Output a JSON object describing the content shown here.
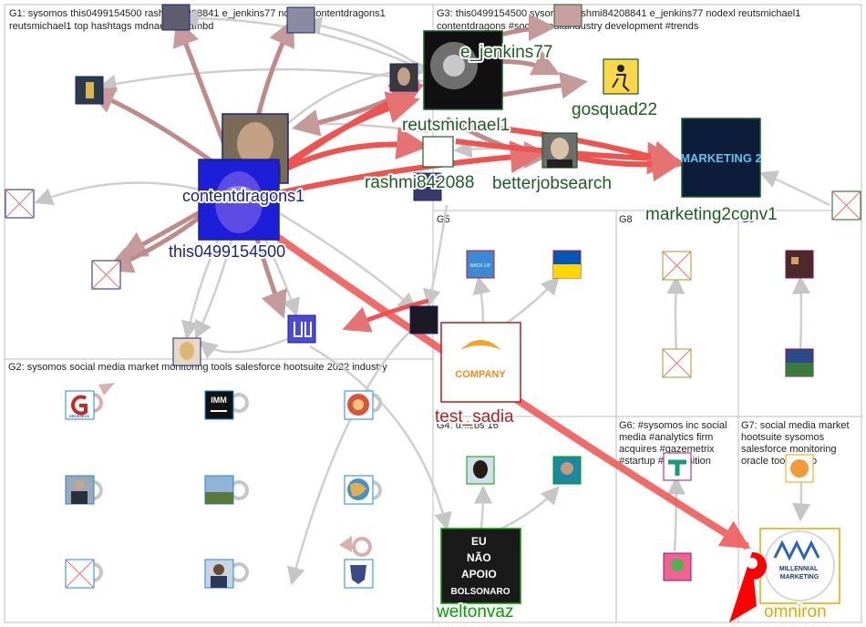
{
  "groups": [
    {
      "id": "G1",
      "label_lines": [
        "G1: sysomos this0499154500 rashmi84208841 e_jenkins77 nodexl contentdragons1",
        "reutsmichael1 top hashtags mdnaeemislambd"
      ]
    },
    {
      "id": "G2",
      "label_lines": [
        "G2: sysomos social media market monitoring tools salesforce hootsuite 2022 industry"
      ]
    },
    {
      "id": "G3",
      "label_lines": [
        "G3: this0499154500 sysomos rashmi84208841 e_jenkins77 nodexl reutsmichael1",
        "contentdragons #socialmediaindustry development #trends"
      ]
    },
    {
      "id": "G4",
      "label_lines": [
        "G4: unicos 16"
      ]
    },
    {
      "id": "G5",
      "label_lines": [
        "G5"
      ]
    },
    {
      "id": "G6",
      "label_lines": [
        "G6: #sysomos inc social",
        "media #analytics firm",
        "acquires #gazemetrix",
        "#startup #acquisition"
      ]
    },
    {
      "id": "G7",
      "label_lines": [
        "G7: social media market",
        "hootsuite sysomos",
        "salesforce monitoring",
        "oracle tools zoho"
      ]
    },
    {
      "id": "G8",
      "label_lines": [
        "G8"
      ]
    },
    {
      "id": "G9",
      "label_lines": [
        "G9"
      ]
    }
  ],
  "nodes": [
    {
      "id": "contentdragons1",
      "label": "contentdragons1",
      "color": "#1a237e"
    },
    {
      "id": "this0499154500",
      "label": "this0499154500",
      "color": "#1a237e"
    },
    {
      "id": "e_jenkins77",
      "label": "e_jenkins77",
      "color": "#1b5e20"
    },
    {
      "id": "reutsmichael1",
      "label": "reutsmichael1",
      "color": "#1b5e20"
    },
    {
      "id": "gosquad22",
      "label": "gosquad22",
      "color": "#1b5e20"
    },
    {
      "id": "rashmi84208841",
      "label": "rashmi842088",
      "color": "#1b5e20"
    },
    {
      "id": "betterjobsearch",
      "label": "betterjobsearch",
      "color": "#1b5e20"
    },
    {
      "id": "marketing2conv1",
      "label": "marketing2conv1",
      "color": "#1b5e20"
    },
    {
      "id": "test_sadia",
      "label": "test_sadia",
      "color": "#b71c1c"
    },
    {
      "id": "weltonvaz",
      "label": "weltonvaz",
      "color": "#00a000"
    },
    {
      "id": "omniron",
      "label": "omniron",
      "color": "#e6a800"
    }
  ],
  "images": {
    "company_logo_text": "COMPANY",
    "placard_lines": [
      "EU",
      "NÃO",
      "APOIO",
      "BOLSONARO"
    ],
    "marketing2_logo_text": "MARKETING 2",
    "millennial_logo_lines": [
      "MILLENNIAL",
      "MARKETING"
    ],
    "imm_logo_text": "IMM",
    "groeseck_text": "GROESECK",
    "backup_text": "BACK UP"
  }
}
